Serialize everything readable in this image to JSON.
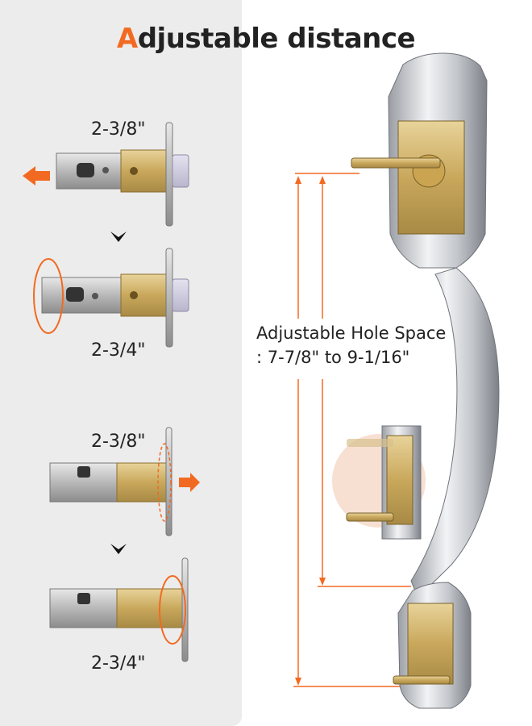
{
  "title": {
    "first_letter": "A",
    "rest": "djustable distance"
  },
  "labels": {
    "latch1_top": "2-3/8\"",
    "latch1_bottom": "2-3/4\"",
    "latch2_top": "2-3/8\"",
    "latch2_bottom": "2-3/4\""
  },
  "hole_space": {
    "line1": "Adjustable Hole Space",
    "line2": ": 7-7/8\" to 9-1/16\""
  },
  "colors": {
    "accent": "#f26a21",
    "panel": "#ececec",
    "dimension_line": "#f26a21"
  }
}
